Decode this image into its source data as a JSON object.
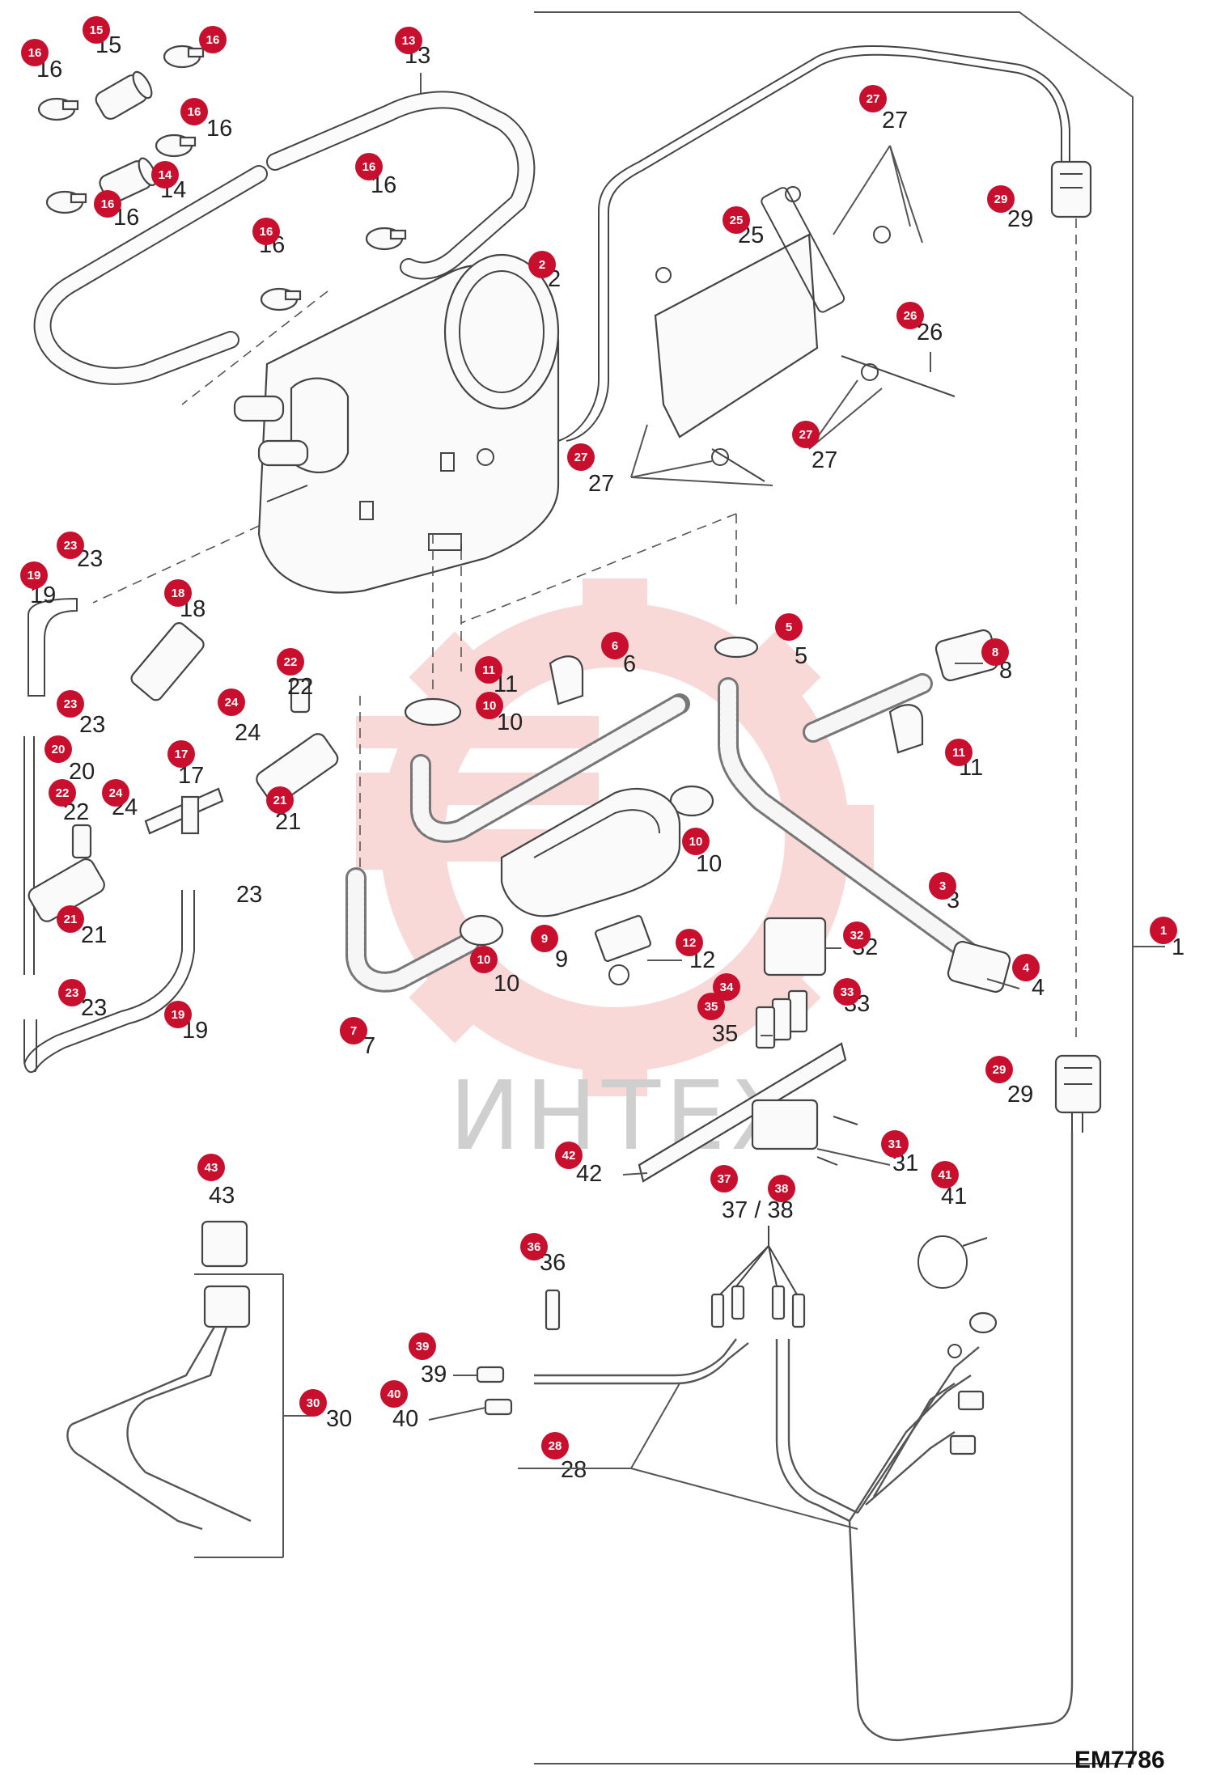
{
  "diagram_code": "EM7786",
  "watermark_text": "ИНТЕХ",
  "accent_color": "#c8102e",
  "watermark_color": "#e03030",
  "callouts": [
    {
      "number": "1",
      "label": "1"
    },
    {
      "number": "2",
      "label": "2"
    },
    {
      "number": "3",
      "label": "3"
    },
    {
      "number": "4",
      "label": "4"
    },
    {
      "number": "5",
      "label": "5"
    },
    {
      "number": "6",
      "label": "6"
    },
    {
      "number": "7",
      "label": "7"
    },
    {
      "number": "8",
      "label": "8"
    },
    {
      "number": "9",
      "label": "9"
    },
    {
      "number": "10",
      "label": "10"
    },
    {
      "number": "11",
      "label": "11"
    },
    {
      "number": "12",
      "label": "12"
    },
    {
      "number": "13",
      "label": "13"
    },
    {
      "number": "14",
      "label": "14"
    },
    {
      "number": "15",
      "label": "15"
    },
    {
      "number": "16",
      "label": "16"
    },
    {
      "number": "17",
      "label": "17"
    },
    {
      "number": "18",
      "label": "18"
    },
    {
      "number": "19",
      "label": "19"
    },
    {
      "number": "20",
      "label": "20"
    },
    {
      "number": "21",
      "label": "21"
    },
    {
      "number": "22",
      "label": "22"
    },
    {
      "number": "23",
      "label": "23"
    },
    {
      "number": "24",
      "label": "24"
    },
    {
      "number": "25",
      "label": "25"
    },
    {
      "number": "26",
      "label": "26"
    },
    {
      "number": "27",
      "label": "27"
    },
    {
      "number": "28",
      "label": "28"
    },
    {
      "number": "29",
      "label": "29"
    },
    {
      "number": "30",
      "label": "30"
    },
    {
      "number": "31",
      "label": "31"
    },
    {
      "number": "32",
      "label": "32"
    },
    {
      "number": "33",
      "label": "33"
    },
    {
      "number": "34",
      "label": "34"
    },
    {
      "number": "35",
      "label": "35"
    },
    {
      "number": "36",
      "label": "36"
    },
    {
      "number": "37",
      "label": "37"
    },
    {
      "number": "38",
      "label": "38"
    },
    {
      "number": "39",
      "label": "39"
    },
    {
      "number": "40",
      "label": "40"
    },
    {
      "number": "41",
      "label": "41"
    },
    {
      "number": "42",
      "label": "42"
    },
    {
      "number": "43",
      "label": "43"
    }
  ],
  "extra_labels": {
    "label_37_38": "37 / 38"
  }
}
